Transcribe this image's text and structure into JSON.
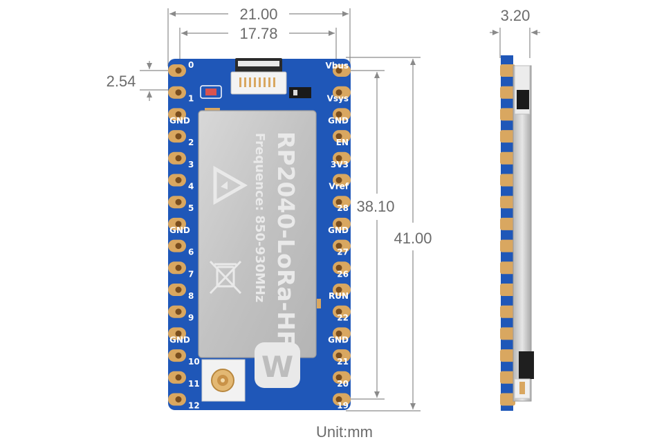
{
  "dimensions": {
    "board_width": "21.00",
    "pin_pitch_span": "17.78",
    "pin_pitch": "2.54",
    "pin_column_length": "38.10",
    "board_length": "41.00",
    "board_thickness": "3.20",
    "unit_label": "Unit:mm"
  },
  "board": {
    "left_pins": [
      "0",
      "1",
      "GND",
      "2",
      "3",
      "4",
      "5",
      "GND",
      "6",
      "7",
      "8",
      "9",
      "GND",
      "10",
      "11",
      "12"
    ],
    "right_pins": [
      "Vbus",
      "Vsys",
      "GND",
      "EN",
      "3V3",
      "Vref",
      "28",
      "GND",
      "27",
      "26",
      "RUN",
      "22",
      "GND",
      "21",
      "20",
      "19"
    ],
    "shield_title": "RP2040-LoRa-HF",
    "shield_subtitle": "Frequence: 850-930MHz",
    "logo_letter": "W"
  },
  "colors": {
    "pcb_blue": "#1f57b8",
    "pad_gold": "#d9a760",
    "shield_silver": "#c9c9c9",
    "dimension_gray": "#8a8a8a"
  }
}
